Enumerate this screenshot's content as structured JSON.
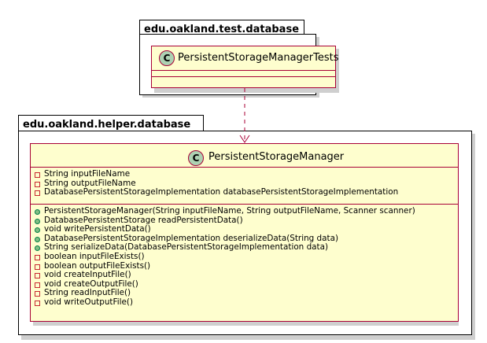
{
  "colors": {
    "class_fill": "#fefece",
    "class_border": "#a80036",
    "class_icon_fill": "#add1b2",
    "private_marker": "#c82930",
    "public_marker": "#038048",
    "public_marker_fill": "#84be84",
    "arrow": "#a80036"
  },
  "packages": {
    "test": {
      "name": "edu.oakland.test.database"
    },
    "helper": {
      "name": "edu.oakland.helper.database"
    }
  },
  "classes": {
    "tests": {
      "icon_letter": "C",
      "name": "PersistentStorageManagerTests"
    },
    "manager": {
      "icon_letter": "C",
      "name": "PersistentStorageManager",
      "fields": [
        {
          "visibility": "private",
          "text": "String inputFileName"
        },
        {
          "visibility": "private",
          "text": "String outputFileName"
        },
        {
          "visibility": "private",
          "text": "DatabasePersistentStorageImplementation databasePersistentStorageImplementation"
        }
      ],
      "methods": [
        {
          "visibility": "public",
          "text": "PersistentStorageManager(String inputFileName, String outputFileName, Scanner scanner)"
        },
        {
          "visibility": "public",
          "text": "DatabasePersistentStorage readPersistentData()"
        },
        {
          "visibility": "public",
          "text": "void writePersistentData()"
        },
        {
          "visibility": "public",
          "text": "DatabasePersistentStorageImplementation deserializeData(String data)"
        },
        {
          "visibility": "public",
          "text": "String serializeData(DatabasePersistentStorageImplementation data)"
        },
        {
          "visibility": "private",
          "text": "boolean inputFileExists()"
        },
        {
          "visibility": "private",
          "text": "boolean outputFileExists()"
        },
        {
          "visibility": "private",
          "text": "void createInputFile()"
        },
        {
          "visibility": "private",
          "text": "void createOutputFile()"
        },
        {
          "visibility": "private",
          "text": "String readInputFile()"
        },
        {
          "visibility": "private",
          "text": "void writeOutputFile()"
        }
      ]
    }
  }
}
